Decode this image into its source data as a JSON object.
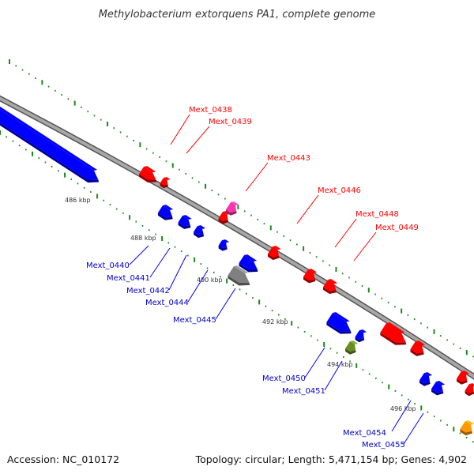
{
  "title": "Methylobacterium extorquens PA1, complete genome",
  "footer": {
    "accession": "Accession: NC_010172",
    "summary": "Topology: circular; Length: 5,471,154 bp; Genes: 4,902"
  },
  "scale_labels": [
    "486 kbp",
    "488 kbp",
    "490 kbp",
    "492 kbp",
    "494 kbp",
    "496 kbp"
  ],
  "forward_gene_labels": [
    "Mext_0438",
    "Mext_0439",
    "Mext_0443",
    "Mext_0446",
    "Mext_0448",
    "Mext_0449"
  ],
  "reverse_gene_labels": [
    "Mext_0440",
    "Mext_0441",
    "Mext_0442",
    "Mext_0444",
    "Mext_0445",
    "Mext_0450",
    "Mext_0451",
    "Mext_0454",
    "Mext_0455"
  ],
  "colors": {
    "forward": "#ff0000",
    "reverse": "#0000ff",
    "pink": "#ff33aa",
    "gray": "#808080",
    "olive": "#6b8e23",
    "orange": "#ff9900",
    "tick": "#1a8a1a",
    "backbone": "#8c8c8c"
  }
}
